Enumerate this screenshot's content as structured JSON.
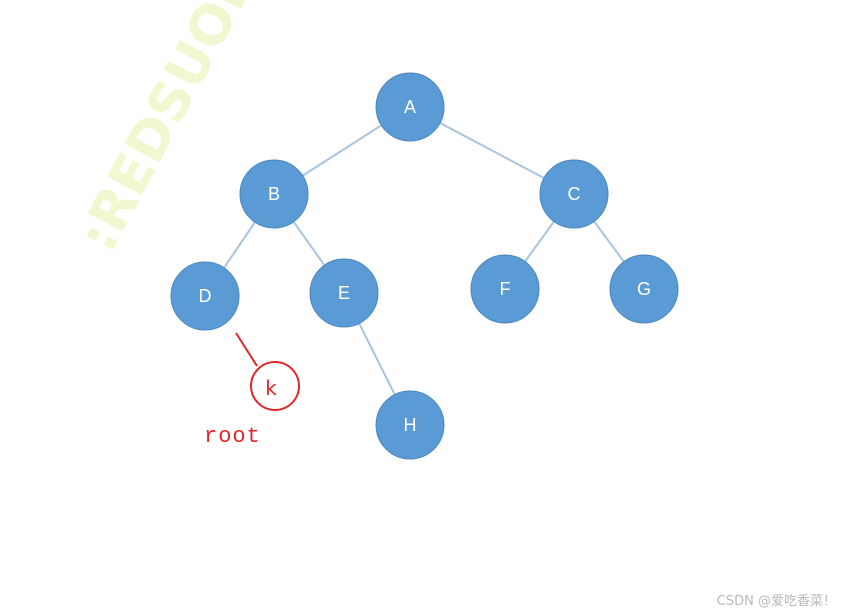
{
  "watermark": ":REDSUOII",
  "tree": {
    "nodes": [
      {
        "id": "A",
        "label": "A"
      },
      {
        "id": "B",
        "label": "B"
      },
      {
        "id": "C",
        "label": "C"
      },
      {
        "id": "D",
        "label": "D"
      },
      {
        "id": "E",
        "label": "E"
      },
      {
        "id": "F",
        "label": "F"
      },
      {
        "id": "G",
        "label": "G"
      },
      {
        "id": "H",
        "label": "H"
      }
    ],
    "edges": [
      [
        "A",
        "B"
      ],
      [
        "A",
        "C"
      ],
      [
        "B",
        "D"
      ],
      [
        "B",
        "E"
      ],
      [
        "C",
        "F"
      ],
      [
        "C",
        "G"
      ],
      [
        "E",
        "H"
      ]
    ]
  },
  "annotation": {
    "k_label": "k",
    "root_label": "root"
  },
  "credit": "CSDN @爱吃香菜！",
  "colors": {
    "node": "#5b9bd5",
    "edge": "#a9c4e0",
    "annotation": "#e3262b"
  }
}
